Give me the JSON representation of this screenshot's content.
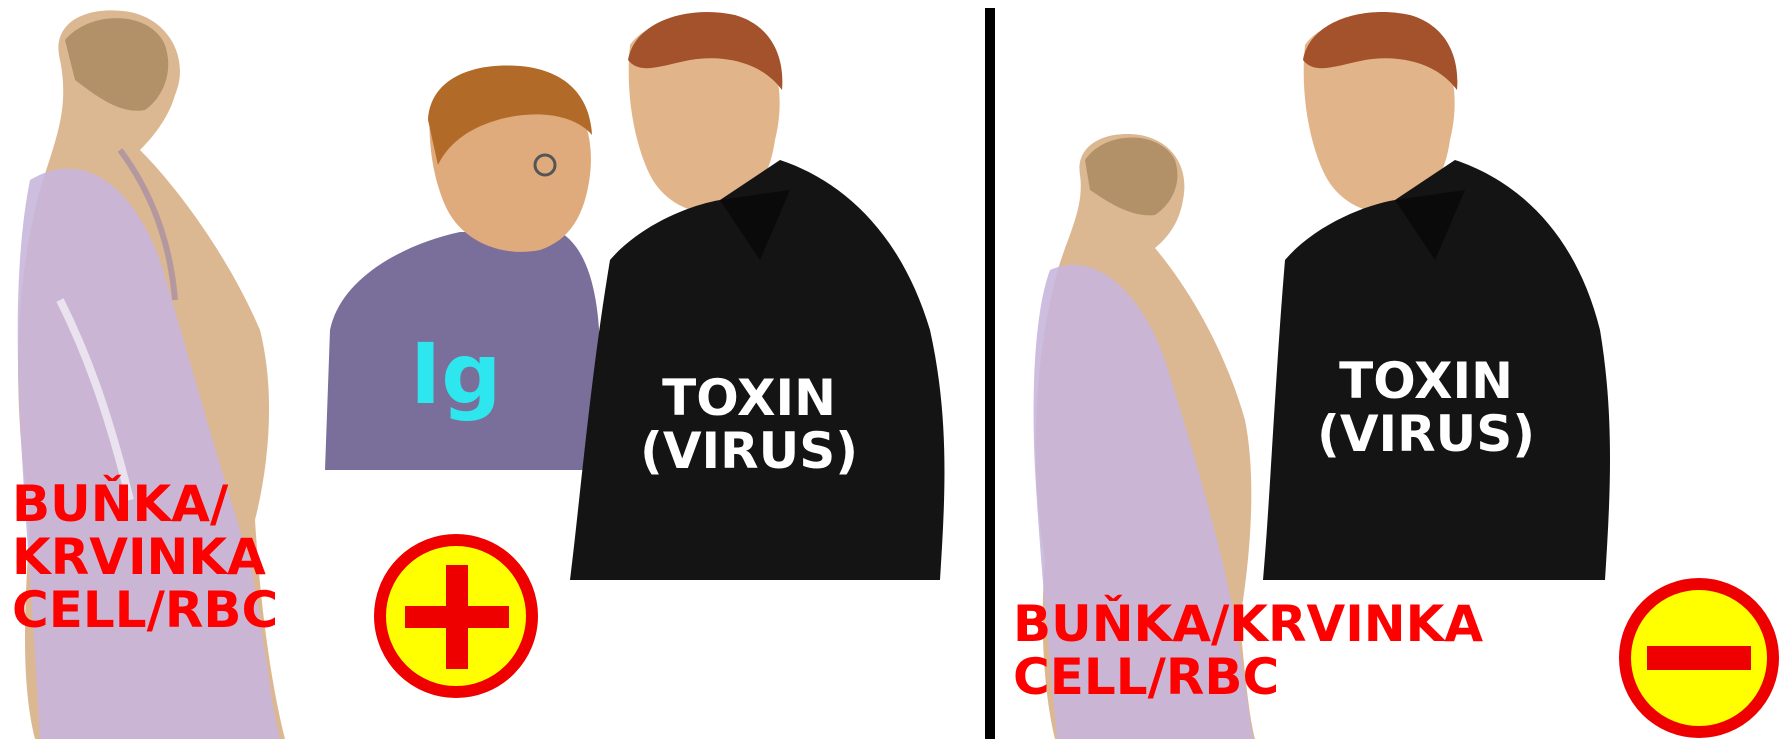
{
  "panels": [
    {
      "id": "left",
      "cell_label": "BUŇKA/\nKRVINKA\nCELL/RBC",
      "toxin_label": "TOXIN\n(VIRUS)",
      "ig_label": "Ig",
      "sign": "plus",
      "sign_icon": "plus-circle-icon"
    },
    {
      "id": "right",
      "cell_label": "BUŇKA/KRVINKA\nCELL/RBC",
      "toxin_label": "TOXIN\n(VIRUS)",
      "sign": "minus",
      "sign_icon": "minus-circle-icon"
    }
  ],
  "colors": {
    "label_red": "#ff0000",
    "sign_fill": "#ffff00",
    "sign_stroke": "#ee0000",
    "ig_text": "#2ee6ee",
    "shirt_black": "#141414",
    "ig_shirt": "#7a6f9a",
    "skin": "#e2b48a",
    "hair_red": "#a4522c",
    "hair_brown": "#b26a28",
    "drape": "#c8b6dc"
  }
}
